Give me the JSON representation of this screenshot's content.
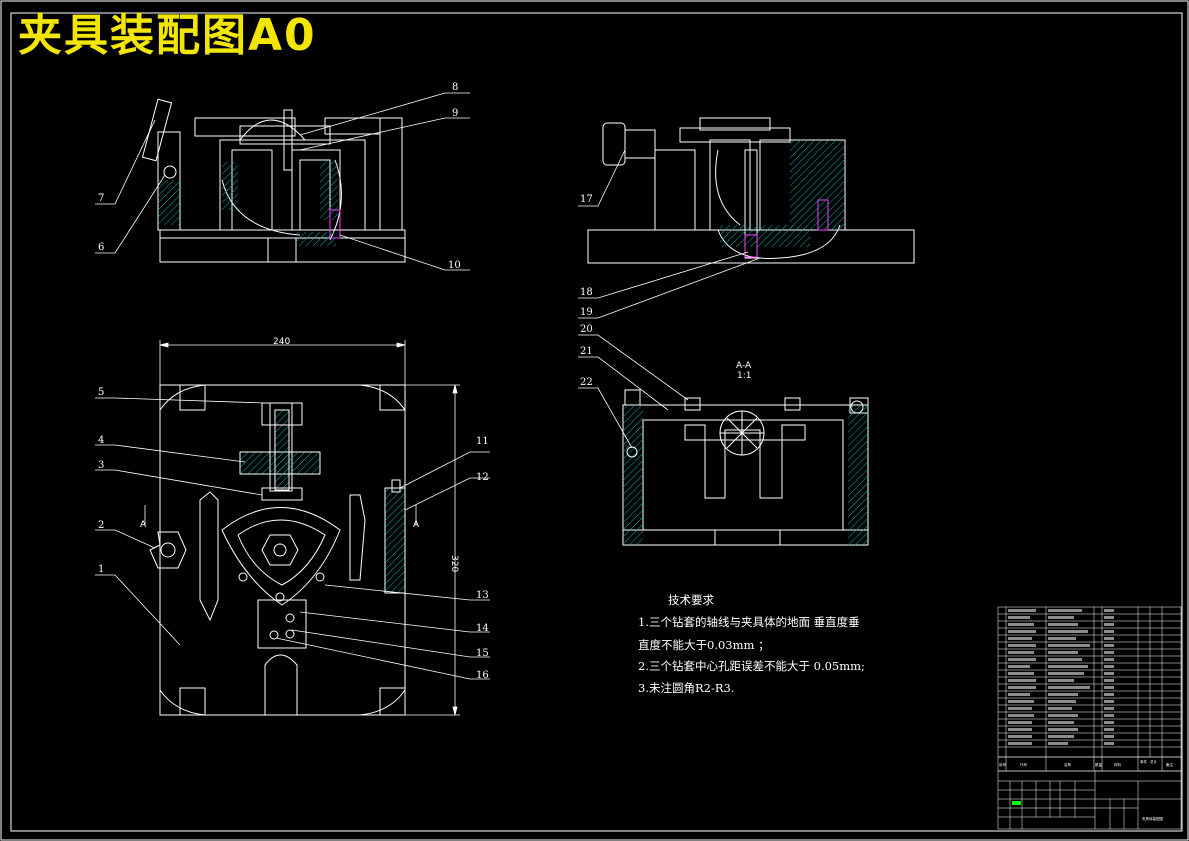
{
  "title": "夹具装配图A0",
  "section_label": "A-A",
  "section_scale": "1:1",
  "dimensions": {
    "width": "240",
    "height": "320"
  },
  "section_marker": "A",
  "callouts": [
    "1",
    "2",
    "3",
    "4",
    "5",
    "6",
    "7",
    "8",
    "9",
    "10",
    "11",
    "12",
    "13",
    "14",
    "15",
    "16",
    "17",
    "18",
    "19",
    "20",
    "21",
    "22"
  ],
  "technical_requirements": {
    "heading": "技术要求",
    "lines": [
      "1.三个钻套的轴线与夹具体的地面 垂直度垂",
      "直度不能大于0.03mm ；",
      "2.三个钻套中心孔距误差不能大于   0.05mm;",
      "3.未注圆角R2-R3."
    ]
  },
  "title_block": {
    "drawing_name": "夹具体装配图",
    "header_cols": [
      "序号",
      "代号",
      "名称",
      "数量",
      "材料",
      "单件",
      "总计",
      "备注"
    ]
  },
  "colors": {
    "title": "#f2e600",
    "line": "#ffffff",
    "hatch": "#00b3b3",
    "accent": "#ff3cff",
    "green": "#00ff00"
  }
}
